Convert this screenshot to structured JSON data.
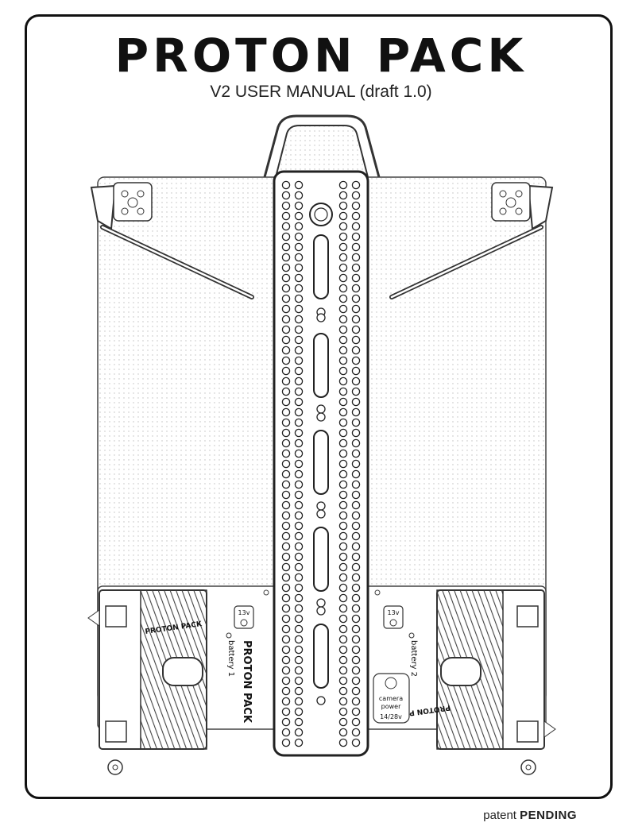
{
  "document": {
    "title": "PROTON PACK",
    "subtitle": "V2 USER MANUAL (draft 1.0)",
    "patent_prefix": "patent",
    "patent_status": "PENDING"
  },
  "illustration": {
    "plate_brand_left": "PROTON PACK",
    "plate_brand_right": "PROTON PACK",
    "center_brand": "PROTON PACK",
    "voltage_left": "13v",
    "voltage_right": "13v",
    "battery_left": "battery 1",
    "battery_right": "battery 2",
    "camera_power_line1": "camera",
    "camera_power_line2": "power",
    "camera_power_voltage": "14/28v"
  }
}
